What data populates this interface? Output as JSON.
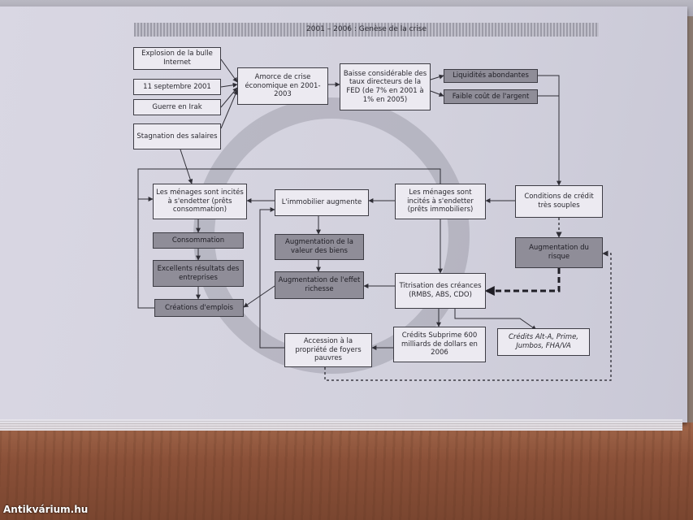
{
  "header": {
    "title": "2001 – 2006 : Genèse de la crise"
  },
  "boxes": {
    "explosion": "Explosion de la bulle Internet",
    "sept11": "11 septembre 2001",
    "irak": "Guerre en Irak",
    "stagnation": "Stagnation des salaires",
    "amorce": "Amorce de crise économique en 2001-2003",
    "baisse": "Baisse considérable des taux directeurs de la FED (de 7% en 2001 à 1% en 2005)",
    "liquidites": "Liquidités abondantes",
    "faible_cout": "Faible coût de l'argent",
    "menages_conso": "Les ménages sont incités à s'endetter (prêts consommation)",
    "immobilier": "L'immobilier augmente",
    "menages_immo": "Les ménages sont incités à s'endetter (prêts immobiliers)",
    "conditions": "Conditions de crédit très souples",
    "consommation": "Consommation",
    "excellents": "Excellents résultats des entreprises",
    "creations": "Créations d'emplois",
    "augm_valeur": "Augmentation de la valeur des biens",
    "augm_effet": "Augmentation de l'effet richesse",
    "titrisation": "Titrisation des créances (RMBS, ABS, CDO)",
    "augm_risque": "Augmentation du risque",
    "accession": "Accession à la propriété de foyers pauvres",
    "subprime": "Crédits Subprime 600 milliards de dollars en 2006",
    "alt_a": "Crédits Alt-A, Prime, Jumbos, FHA/VA"
  },
  "watermark": {
    "text": "Antikvárium.hu"
  },
  "colors": {
    "box_fill": "#eceaf1",
    "dark_fill": "#8f8d98",
    "line": "#2f2e36"
  }
}
